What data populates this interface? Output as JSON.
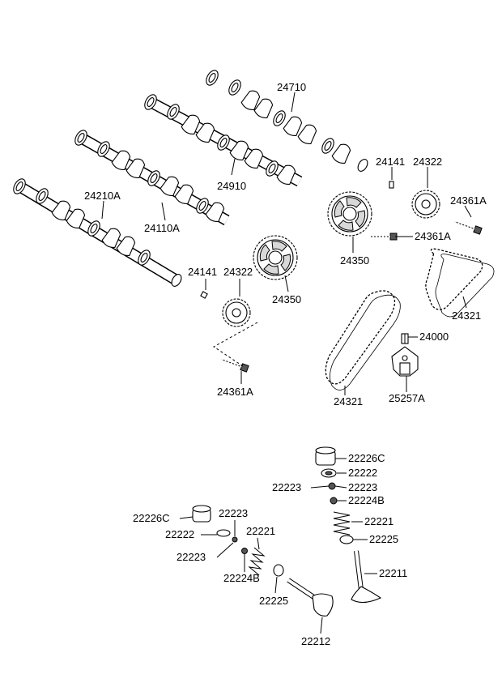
{
  "diagram": {
    "labels": {
      "cam_24710": "24710",
      "cam_24910": "24910",
      "cam_24110A": "24110A",
      "cam_24210A": "24210A",
      "key_upper": "24141",
      "key_lower": "24141",
      "sprocket_upper": "24322",
      "sprocket_lower": "24322",
      "bolt_right": "24361A",
      "bolt_mid": "24361A",
      "bolt_lower": "24361A",
      "cvvt_upper": "24350",
      "cvvt_lower": "24350",
      "chain_small": "24321",
      "chain_large": "24321",
      "tensioner": "24000",
      "guide": "25257A",
      "tappet_r": "22226C",
      "retainer_r": "22222",
      "cotter_r_left": "22223",
      "cotter_r_right": "22223",
      "seal_r": "22224B",
      "spring_r": "22221",
      "seat_r": "22225",
      "valve_r": "22211",
      "tappet_l": "22226C",
      "cotter_l_top": "22223",
      "retainer_l": "22222",
      "spring_l": "22221",
      "cotter_l": "22223",
      "seal_l": "22224B",
      "seat_l": "22225",
      "valve_l": "22212"
    }
  }
}
